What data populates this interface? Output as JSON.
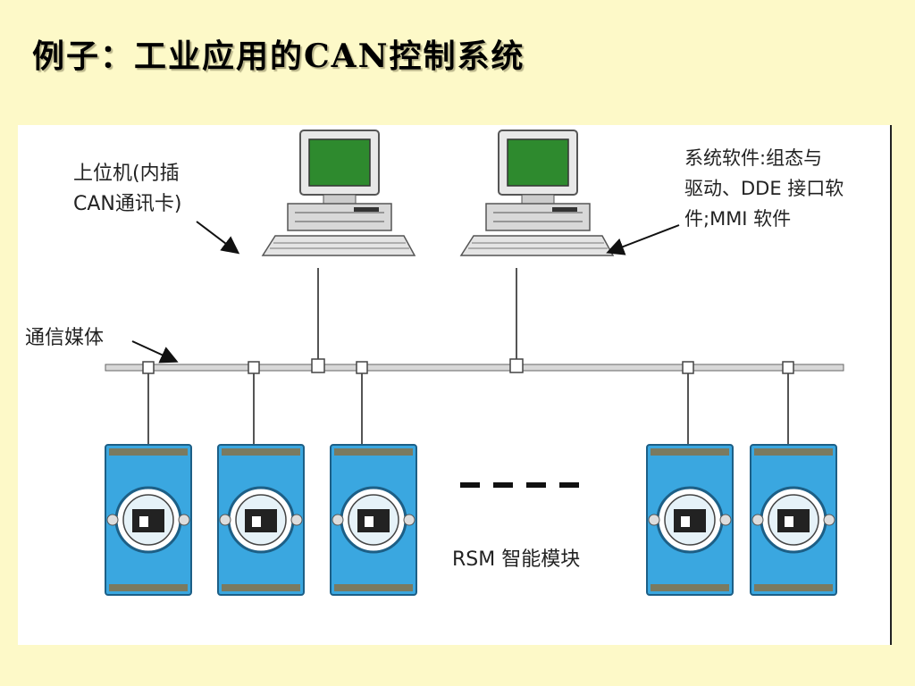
{
  "slide": {
    "title": "例子：工业应用的CAN控制系统",
    "background": "#fdf9c8"
  },
  "diagram": {
    "labels": {
      "host_line1": "上位机(内插",
      "host_line2": "CAN通讯卡)",
      "software_line1": "系统软件:组态与",
      "software_line2": "驱动、DDE 接口软",
      "software_line3": "件;MMI 软件",
      "medium": "通信媒体",
      "modules": "RSM 智能模块",
      "ellipsis": "----"
    },
    "colors": {
      "monitor_screen": "#2e8a2e",
      "module_body": "#3aa7e0",
      "bus": "#d0d0d0"
    },
    "computers": [
      {
        "name": "host-computer-1"
      },
      {
        "name": "host-computer-2"
      }
    ],
    "modules": [
      {
        "name": "rsm-module-1"
      },
      {
        "name": "rsm-module-2"
      },
      {
        "name": "rsm-module-3"
      },
      {
        "name": "rsm-module-4"
      },
      {
        "name": "rsm-module-5"
      }
    ]
  }
}
